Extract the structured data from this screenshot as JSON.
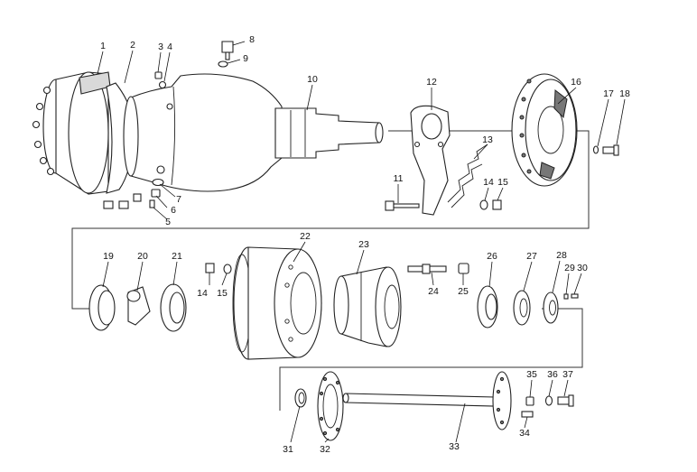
{
  "diagram": {
    "type": "exploded-parts-view",
    "callouts": [
      "1",
      "2",
      "3",
      "4",
      "5",
      "6",
      "7",
      "8",
      "9",
      "10",
      "11",
      "12",
      "13",
      "14",
      "15",
      "16",
      "17",
      "18",
      "19",
      "20",
      "21",
      "22",
      "23",
      "14",
      "15",
      "24",
      "25",
      "26",
      "27",
      "28",
      "29",
      "30",
      "31",
      "32",
      "33",
      "34",
      "35",
      "36",
      "37"
    ]
  }
}
